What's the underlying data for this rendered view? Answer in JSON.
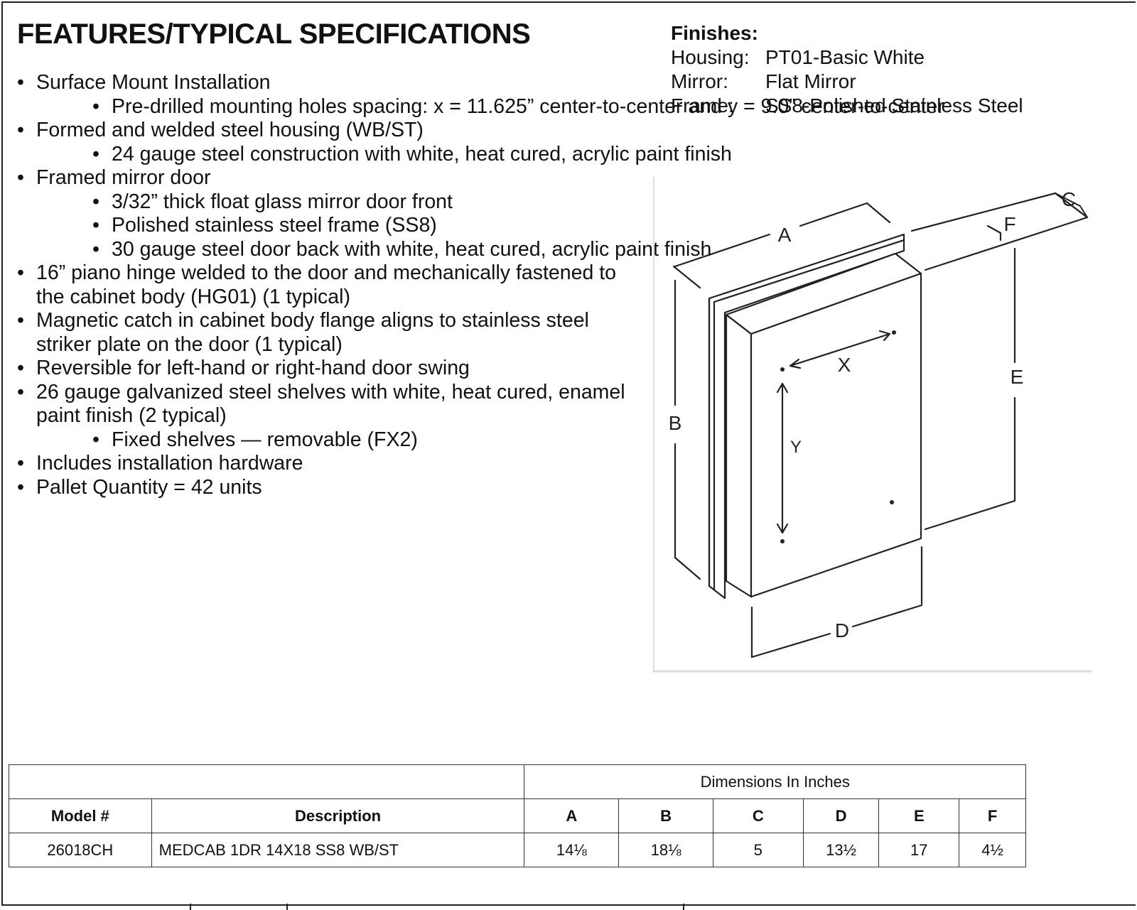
{
  "features": {
    "title": "FEATURES/TYPICAL SPECIFICATIONS",
    "items": [
      {
        "text": "Surface Mount Installation",
        "sub": [
          "Pre-drilled mounting holes spacing: x = 11.625” center-to-center and y = 9.0” center-to-center"
        ]
      },
      {
        "text": "Formed and welded steel housing (WB/ST)",
        "sub": [
          "24 gauge steel construction with white, heat cured, acrylic paint finish"
        ]
      },
      {
        "text": "Framed mirror door",
        "sub": [
          "3/32” thick float glass mirror door front",
          "Polished stainless steel frame (SS8)",
          "30 gauge steel door back with white, heat cured, acrylic paint finish"
        ]
      },
      {
        "text": "16” piano hinge welded to the door and mechanically fastened to the cabinet body (HG01) (1 typical)",
        "sub": []
      },
      {
        "text": "Magnetic catch in cabinet body flange aligns to stainless steel striker plate on the door (1 typical)",
        "sub": []
      },
      {
        "text": "Reversible for left-hand or right-hand door swing",
        "sub": []
      },
      {
        "text": "26 gauge galvanized steel shelves with white, heat cured, enamel paint finish (2 typical)",
        "sub": [
          "Fixed shelves — removable (FX2)"
        ]
      },
      {
        "text": "Includes installation hardware",
        "sub": []
      },
      {
        "text": "Pallet Quantity = 42 units",
        "sub": []
      }
    ]
  },
  "finishes": {
    "heading": "Finishes:",
    "rows": [
      {
        "label": "Housing:",
        "value": "PT01-Basic White"
      },
      {
        "label": "Mirror:",
        "value": "Flat Mirror"
      },
      {
        "label": "Frame:",
        "value": "SS8-Polished Stainless Steel"
      }
    ]
  },
  "drawing": {
    "labels": {
      "A": "A",
      "B": "B",
      "C": "C",
      "D": "D",
      "E": "E",
      "F": "F",
      "X": "X",
      "Y": "Y"
    }
  },
  "table": {
    "group_header": "Dimensions In Inches",
    "columns": [
      "Model #",
      "Description",
      "A",
      "B",
      "C",
      "D",
      "E",
      "F"
    ],
    "rows": [
      [
        "26018CH",
        "MEDCAB 1DR 14X18 SS8 WB/ST",
        "14⅛",
        "18⅛",
        "5",
        "13½",
        "17",
        "4½"
      ]
    ]
  }
}
